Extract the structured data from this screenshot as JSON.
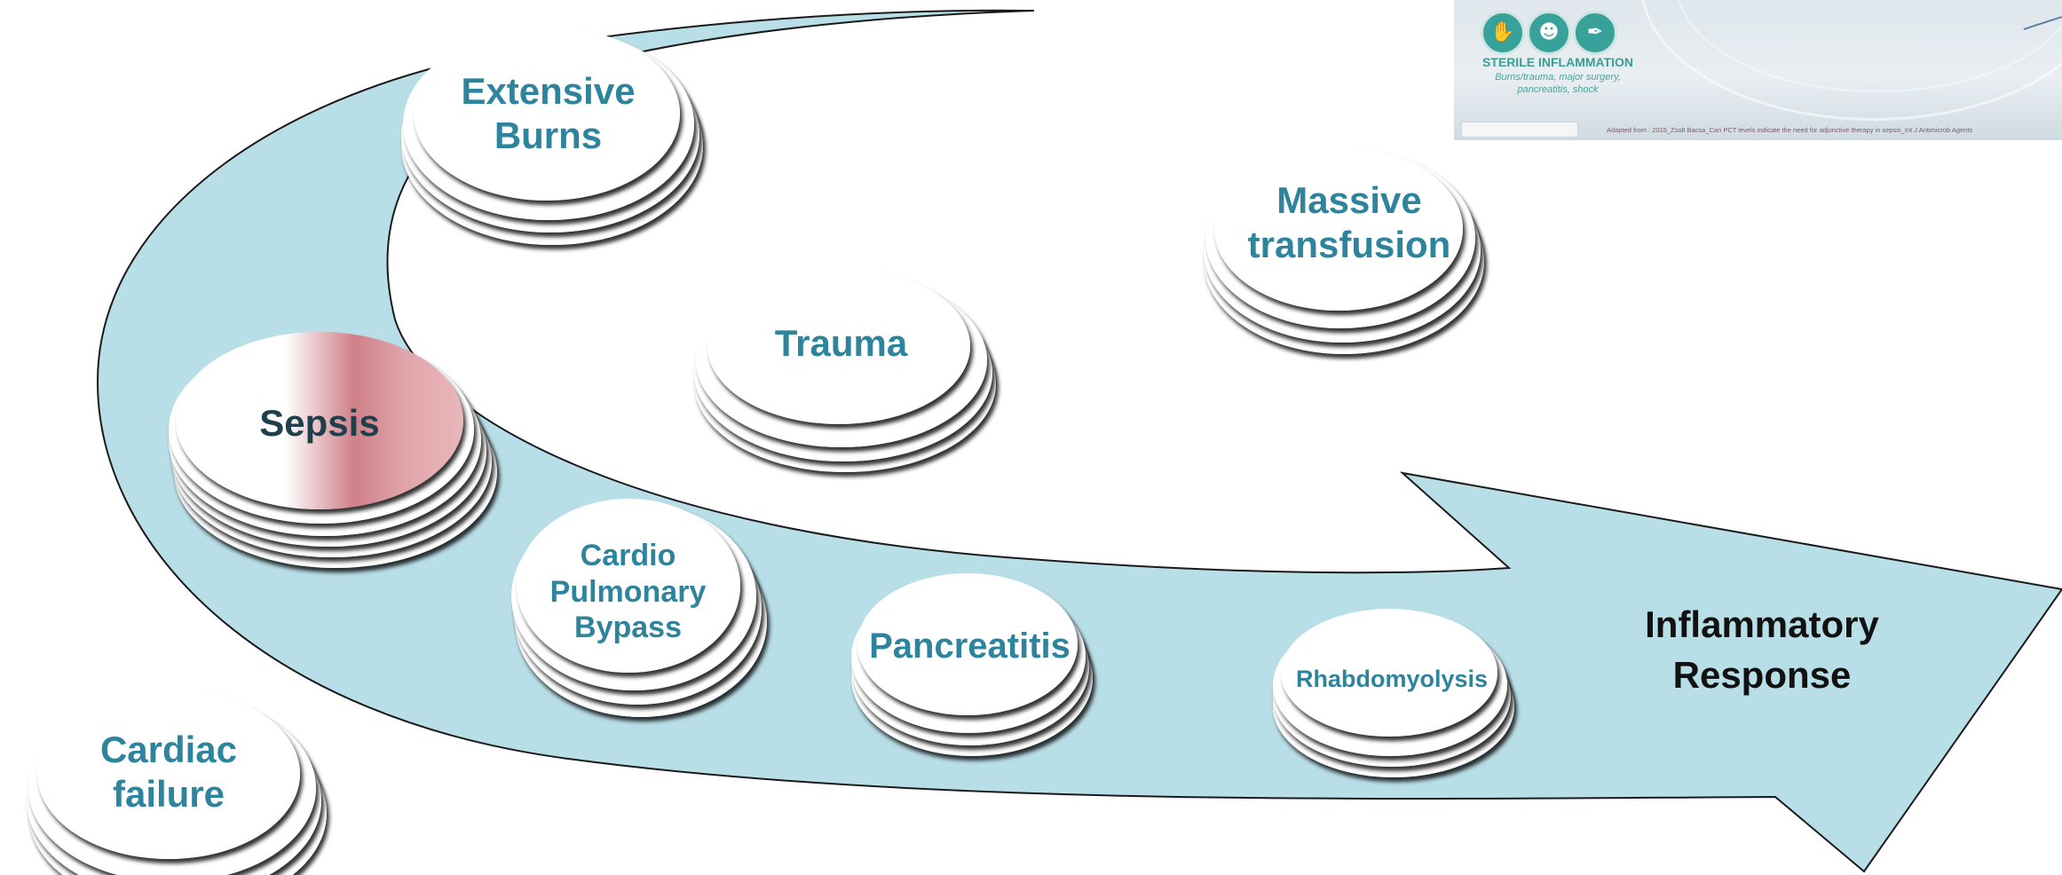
{
  "diagram": {
    "nodes": [
      {
        "id": "extensive-burns",
        "label": "Extensive\nBurns"
      },
      {
        "id": "massive-transfusion",
        "label": "Massive\ntransfusion"
      },
      {
        "id": "trauma",
        "label": "Trauma"
      },
      {
        "id": "sepsis",
        "label": "Sepsis"
      },
      {
        "id": "cardio-pulmonary-bypass",
        "label": "Cardio\nPulmonary\nBypass"
      },
      {
        "id": "pancreatitis",
        "label": "Pancreatitis"
      },
      {
        "id": "rhabdomyolysis",
        "label": "Rhabdomyolysis"
      },
      {
        "id": "cardiac-failure",
        "label": "Cardiac\nfailure"
      }
    ],
    "outcome_label": "Inflammatory\nResponse",
    "colors": {
      "arrow_fill": "#b8dee7",
      "node_text": "#2e849c",
      "sepsis_highlight": "#d08088",
      "outcome_text": "#111111"
    }
  },
  "inset": {
    "icons": [
      "burn-hands-icon",
      "head-silhouette-icon",
      "feather-icon"
    ],
    "title": "STERILE INFLAMMATION",
    "subtitle_line1": "Burns/trauma, major surgery,",
    "subtitle_line2": "pancreatitis, shock",
    "reference": "Adapted from : 2015_Zsolt Bacsa_Can PCT levels indicate the need for adjunctive therapy in sepsis_Int J Antimicrob Agents"
  }
}
